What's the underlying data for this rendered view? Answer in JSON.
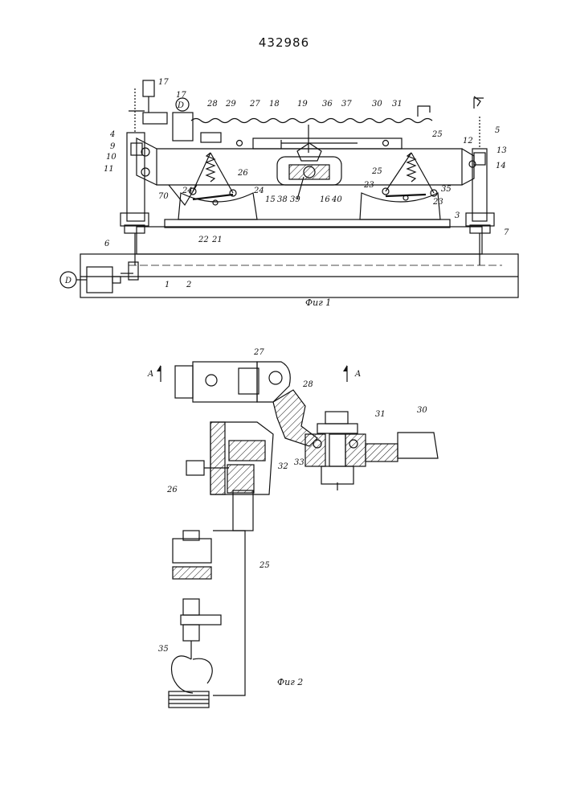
{
  "patent_number": "432986",
  "figures": {
    "fig1": {
      "caption": "Фиг 1",
      "motor_left": "D",
      "motor_top": "D",
      "labels": {
        "l17a": "17",
        "l17b": "17",
        "l28": "28",
        "l29": "29",
        "l27": "27",
        "l18": "18",
        "l19": "19",
        "l36": "36",
        "l37": "37",
        "l30": "30",
        "l31": "31",
        "l25a": "25",
        "l4": "4",
        "l9": "9",
        "l10": "10",
        "l11": "11",
        "l5": "5",
        "l13": "13",
        "l12": "12",
        "l14": "14",
        "l25b": "25",
        "l26": "26",
        "l70": "70",
        "l24a": "24",
        "l24b": "24",
        "l15": "15",
        "l38": "38",
        "l39": "39",
        "l16": "16",
        "l40": "40",
        "l23a": "23",
        "l23b": "23",
        "l35": "35",
        "l3": "3",
        "l22": "22",
        "l21": "21",
        "l6": "6",
        "l7": "7",
        "l1": "1",
        "l2": "2"
      }
    },
    "fig2": {
      "caption": "Фиг 2",
      "section_a_left": "A",
      "section_a_right": "A",
      "labels": {
        "l27": "27",
        "l28": "28",
        "l31": "31",
        "l30": "30",
        "l32": "32",
        "l33": "33",
        "l26": "26",
        "l25": "25",
        "l35": "35"
      }
    }
  }
}
